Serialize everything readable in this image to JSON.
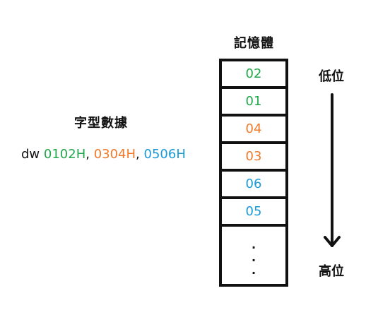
{
  "left": {
    "title": "字型數據",
    "directive": "dw",
    "values": [
      {
        "text": "0102H",
        "color": "#22a84a"
      },
      {
        "text": "0304H",
        "color": "#f07a2a"
      },
      {
        "text": "0506H",
        "color": "#1a9ad6"
      }
    ],
    "separator": ","
  },
  "memory": {
    "title": "記憶體",
    "cells": [
      {
        "text": "02",
        "color": "#22a84a"
      },
      {
        "text": "01",
        "color": "#22a84a"
      },
      {
        "text": "04",
        "color": "#f07a2a"
      },
      {
        "text": "03",
        "color": "#f07a2a"
      },
      {
        "text": "06",
        "color": "#1a9ad6"
      },
      {
        "text": "05",
        "color": "#1a9ad6"
      }
    ],
    "ellipsis": [
      ".",
      ".",
      "."
    ]
  },
  "direction": {
    "low_label": "低位",
    "high_label": "高位"
  }
}
